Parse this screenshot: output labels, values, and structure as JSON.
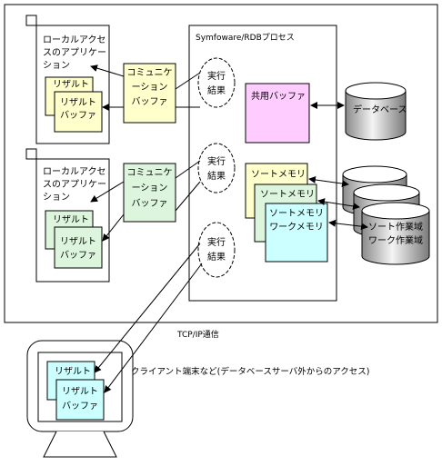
{
  "app1": {
    "title_line1": "ローカルアクセ",
    "title_line2": "スのアプリケー",
    "title_line3": "ション",
    "result_back": "リザルト",
    "result_front_line1": "リザルト",
    "result_front_line2": "バッファ",
    "comm_line1": "コミュニケ",
    "comm_line2": "ーション",
    "comm_line3": "バッファ"
  },
  "app2": {
    "title_line1": "ローカルアクセ",
    "title_line2": "スのアプリケー",
    "title_line3": "ション",
    "result_back": "リザルト",
    "result_front_line1": "リザルト",
    "result_front_line2": "バッファ",
    "comm_line1": "コミュニケ",
    "comm_line2": "ーション",
    "comm_line3": "バッファ"
  },
  "process": {
    "title": "Symfoware/RDBプロセス",
    "exec1_line1": "実行",
    "exec1_line2": "結果",
    "exec2_line1": "実行",
    "exec2_line2": "結果",
    "exec3_line1": "実行",
    "exec3_line2": "結果",
    "shared_buffer": "共用バッファ",
    "sort_mem1": "ソートメモリ",
    "sort_mem2": "ソートメモリ",
    "sort_mem3_line1": "ソートメモリ",
    "sort_mem3_line2": "ワークメモリ"
  },
  "storage": {
    "database": "データベース",
    "work_area_line1": "ソート作業域",
    "work_area_line2": "ワーク作業域"
  },
  "network": {
    "tcpip": "TCP/IP通信"
  },
  "client": {
    "result_back": "リザルト",
    "result_front_line1": "リザルト",
    "result_front_line2": "バッファ",
    "caption": "クライアント端末など(データベースサーバ外からのアクセス)"
  },
  "colors": {
    "yellow": "#ffffcc",
    "green": "#ddf5dd",
    "pink": "#ffccff",
    "cyan": "#ccffff",
    "cylinder_top": "#ffffff",
    "cylinder_side": "#999999"
  }
}
